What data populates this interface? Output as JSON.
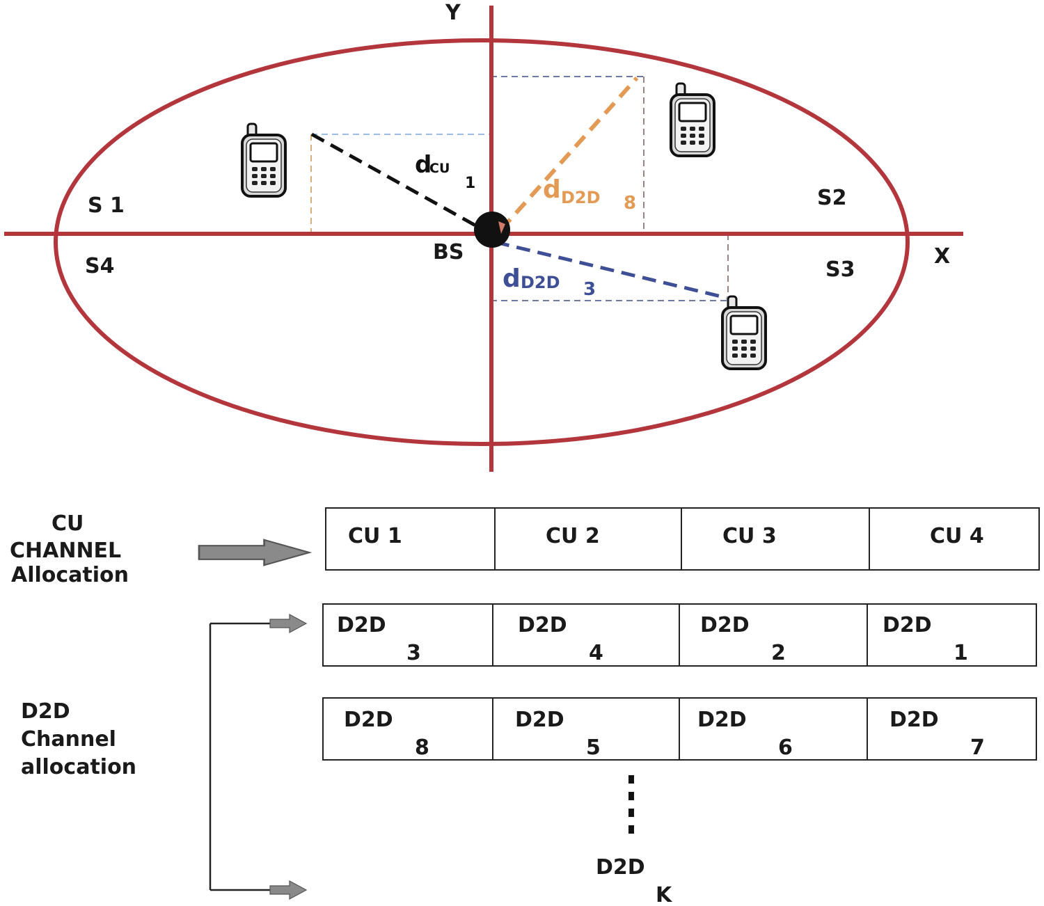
{
  "axes": {
    "y_label": "Y",
    "x_label": "X"
  },
  "sectors": {
    "s1": "S 1",
    "s2": "S2",
    "s3": "S3",
    "s4": "S4"
  },
  "base_station": {
    "label": "BS"
  },
  "distances": {
    "cu": {
      "main": "d",
      "sub": "CU",
      "index": "1"
    },
    "d2d8": {
      "main": "d",
      "sub": "D2D",
      "index": "8"
    },
    "d2d3": {
      "main": "d",
      "sub": "D2D",
      "index": "3"
    }
  },
  "colors": {
    "cell_border": "#b3363d",
    "cu_link": "#111111",
    "d2d8_link": "#e29a55",
    "d2d3_link": "#3f4f96",
    "guide": "#6a7fb0"
  },
  "cu_allocation": {
    "label_lines": [
      "CU",
      "CHANNEL",
      "Allocation"
    ],
    "cells": [
      "CU 1",
      "CU 2",
      "CU 3",
      "CU 4"
    ]
  },
  "d2d_allocation": {
    "label_lines": [
      "D2D",
      "Channel",
      "allocation"
    ],
    "row1": [
      {
        "top": "D2D",
        "num": "3"
      },
      {
        "top": "D2D",
        "num": "4"
      },
      {
        "top": "D2D",
        "num": "2"
      },
      {
        "top": "D2D",
        "num": "1"
      }
    ],
    "row2": [
      {
        "top": "D2D",
        "num": "8"
      },
      {
        "top": "D2D",
        "num": "5"
      },
      {
        "top": "D2D",
        "num": "6"
      },
      {
        "top": "D2D",
        "num": "7"
      }
    ],
    "last": {
      "top": "D2D",
      "num": "K"
    }
  }
}
